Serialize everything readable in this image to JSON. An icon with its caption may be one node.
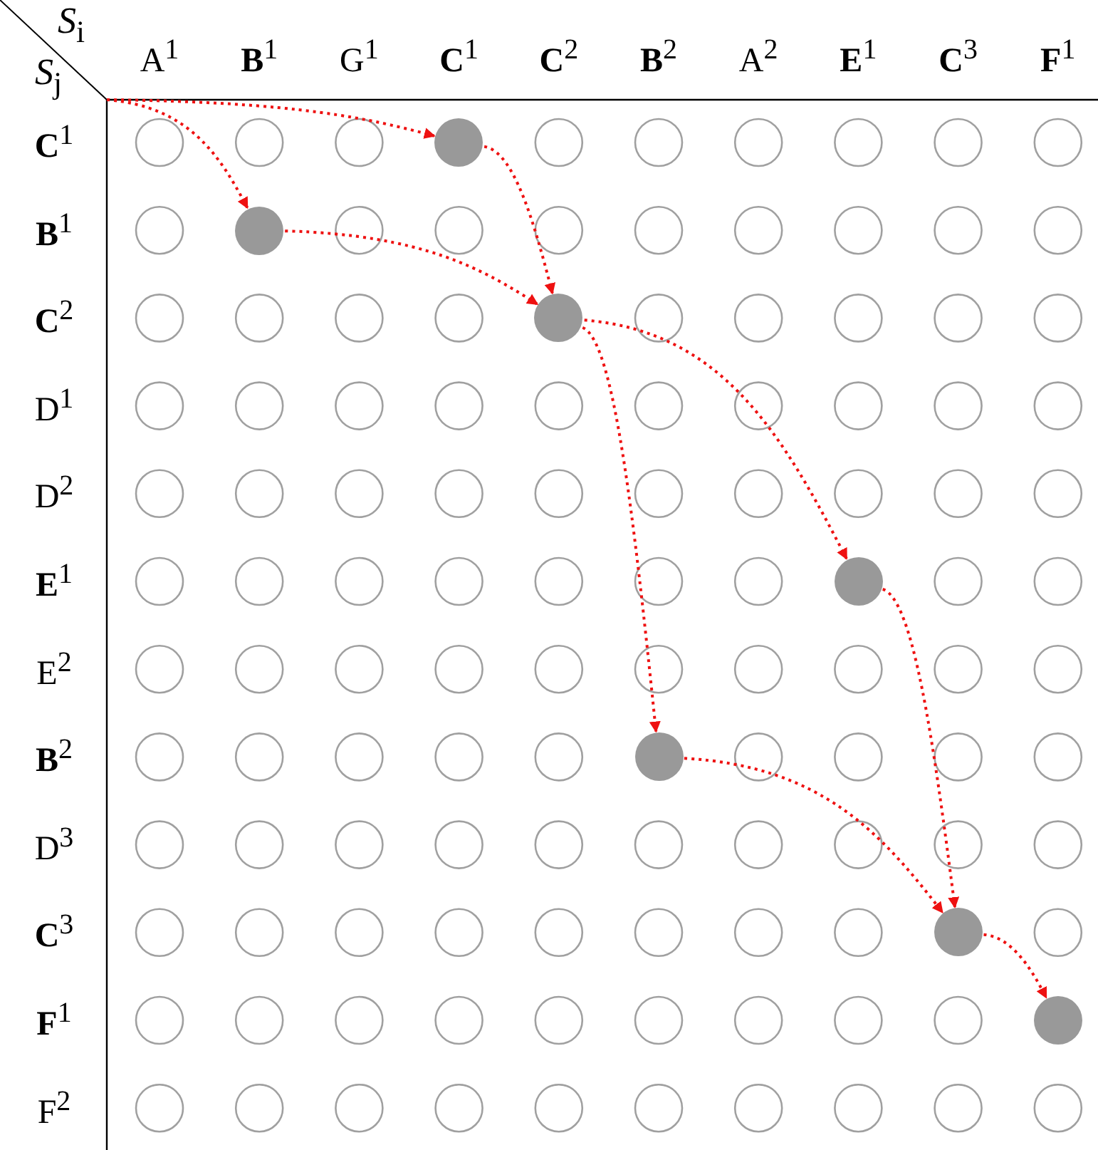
{
  "diagram": {
    "nodes": [
      {
        "text": [],
        "shape": "circle"
      },
      {
        "text": [],
        "shape": "circle"
      },
      {
        "text": [],
        "shape": "circle"
      },
      {
        "text": [],
        "shape": "circle"
      },
      {
        "text": [],
        "shape": "circle"
      },
      {
        "text": [],
        "shape": "circle"
      },
      {
        "text": [],
        "shape": "circle"
      }
    ],
    "edges": [
      {
        "from": null,
        "to": 0,
        "arrow": "to",
        "style": "dashed"
      },
      {
        "from": null,
        "to": 1,
        "arrow": "to",
        "style": "dashed"
      },
      {
        "from": 0,
        "to": 2,
        "arrow": "to",
        "style": "dashed"
      },
      {
        "from": 1,
        "to": 2,
        "arrow": "to",
        "style": "dashed"
      },
      {
        "from": 2,
        "to": 3,
        "arrow": "to",
        "style": "dashed"
      },
      {
        "from": 2,
        "to": 4,
        "arrow": "to",
        "style": "dashed"
      },
      {
        "from": 3,
        "to": 5,
        "arrow": "to",
        "style": "dashed"
      },
      {
        "from": 4,
        "to": 5,
        "arrow": "to",
        "style": "dashed"
      },
      {
        "from": 5,
        "to": 6,
        "arrow": "to",
        "style": "dashed"
      }
    ],
    "labels": [
      "*S*$_{i}$",
      "*S*$_{j}$",
      "A$^{1}$",
      "**B**$^{1}$",
      "G$^{1}$",
      "**C**$^{1}$",
      "**C**$^{2}$",
      "**B**$^{2}$",
      "A$^{2}$",
      "**E**$^{1}$",
      "**C**$^{3}$",
      "**F**$^{1}$",
      "**C**$^{1}$",
      "**B**$^{1}$",
      "**C**$^{2}$",
      "D$^{1}$",
      "D$^{2}$",
      "**E**$^{1}$",
      "E$^{2}$",
      "**B**$^{2}$",
      "D$^{3}$",
      "**C**$^{3}$",
      "**F**$^{1}$",
      "F$^{2}$"
    ]
  }
}
